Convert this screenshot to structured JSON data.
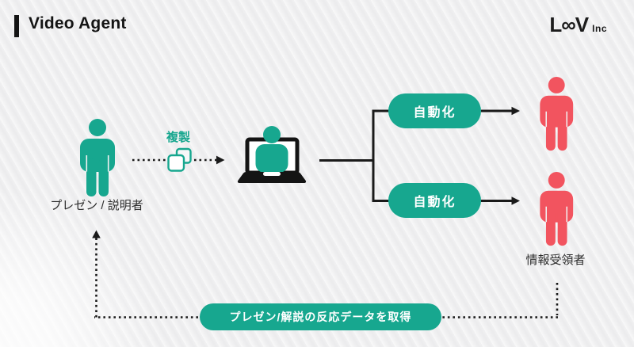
{
  "header": {
    "title": "Video Agent",
    "logo_text": "L∞V",
    "logo_suffix": "Inc"
  },
  "colors": {
    "teal": "#17a78f",
    "red": "#f2545f",
    "line": "#1a1a1a"
  },
  "icons": {
    "presenter": "person-icon",
    "copy": "copy-icon",
    "laptop": "laptop-with-person-icon",
    "recipient": "person-icon"
  },
  "diagram": {
    "presenter_label": "プレゼン / 説明者",
    "copy_label": "複製",
    "automation_top": "自動化",
    "automation_bottom": "自動化",
    "recipient_label": "情報受領者",
    "feedback_pill": "プレゼン/解説の反応データを取得"
  }
}
